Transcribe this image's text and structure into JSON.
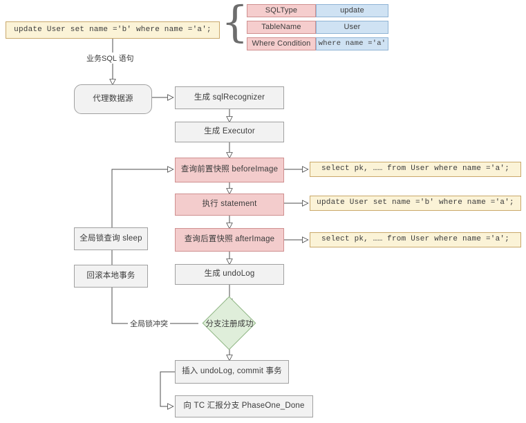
{
  "diagram": {
    "title": "Seata AT mode branch transaction flow",
    "colors": {
      "grey": "#f2f2f2",
      "pink": "#f3cccc",
      "yellow": "#fbf3d7",
      "blue": "#cfe2f3",
      "green": "#dfeeda",
      "stroke": "#9a9a9a"
    }
  },
  "sql_input": {
    "text": "update User set name ='b' where name ='a';"
  },
  "parsed_table": {
    "rows": [
      {
        "key": "SQLType",
        "value": "update"
      },
      {
        "key": "TableName",
        "value": "User"
      },
      {
        "key": "Where Condition",
        "value": "where name ='a'"
      }
    ]
  },
  "edge_labels": {
    "business_sql": "业务SQL 语句",
    "global_lock_conflict": "全局锁冲突"
  },
  "nodes": {
    "proxy_datasource": "代理数据源",
    "gen_sql_recognizer": "生成 sqlRecognizer",
    "gen_executor": "生成 Executor",
    "before_image": "查询前置快照 beforeImage",
    "exec_statement": "执行 statement",
    "after_image": "查询后置快照 afterImage",
    "gen_undolog": "生成 undoLog",
    "branch_register_ok": "分支注册成功",
    "insert_undolog_commit": "插入 undoLog, commit 事务",
    "report_phase_one": "向 TC 汇报分支 PhaseOne_Done",
    "global_lock_sleep": "全局锁查询 sleep",
    "rollback_local_tx": "回滚本地事务"
  },
  "sql_callouts": {
    "before_image_sql": "select pk, …… from User where name ='a';",
    "statement_sql": "update User set name ='b' where name ='a';",
    "after_image_sql": "select pk, …… from User where name ='a';"
  }
}
